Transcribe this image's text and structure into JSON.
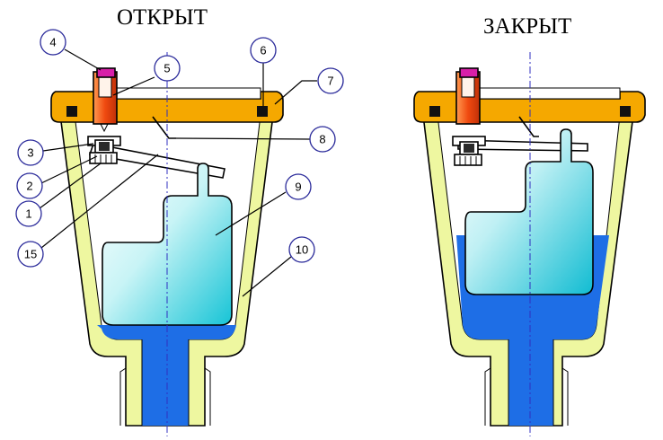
{
  "titles": {
    "open": "ОТКРЫТ",
    "closed": "ЗАКРЫТ"
  },
  "callouts": [
    {
      "id": "4",
      "label": "4"
    },
    {
      "id": "5",
      "label": "5"
    },
    {
      "id": "6",
      "label": "6"
    },
    {
      "id": "7",
      "label": "7"
    },
    {
      "id": "8",
      "label": "8"
    },
    {
      "id": "3",
      "label": "3"
    },
    {
      "id": "2",
      "label": "2"
    },
    {
      "id": "1",
      "label": "1"
    },
    {
      "id": "9",
      "label": "9"
    },
    {
      "id": "15",
      "label": "15"
    },
    {
      "id": "10",
      "label": "10"
    }
  ],
  "colors": {
    "cap": "#f5a800",
    "body": "#eef7a0",
    "water": "#1e6ee6",
    "float_light": "#ffffff",
    "float_dark": "#18c8d8",
    "valve": "#f04a10",
    "nozzle_top": "#d81fa8",
    "axis": "#3030c0"
  }
}
